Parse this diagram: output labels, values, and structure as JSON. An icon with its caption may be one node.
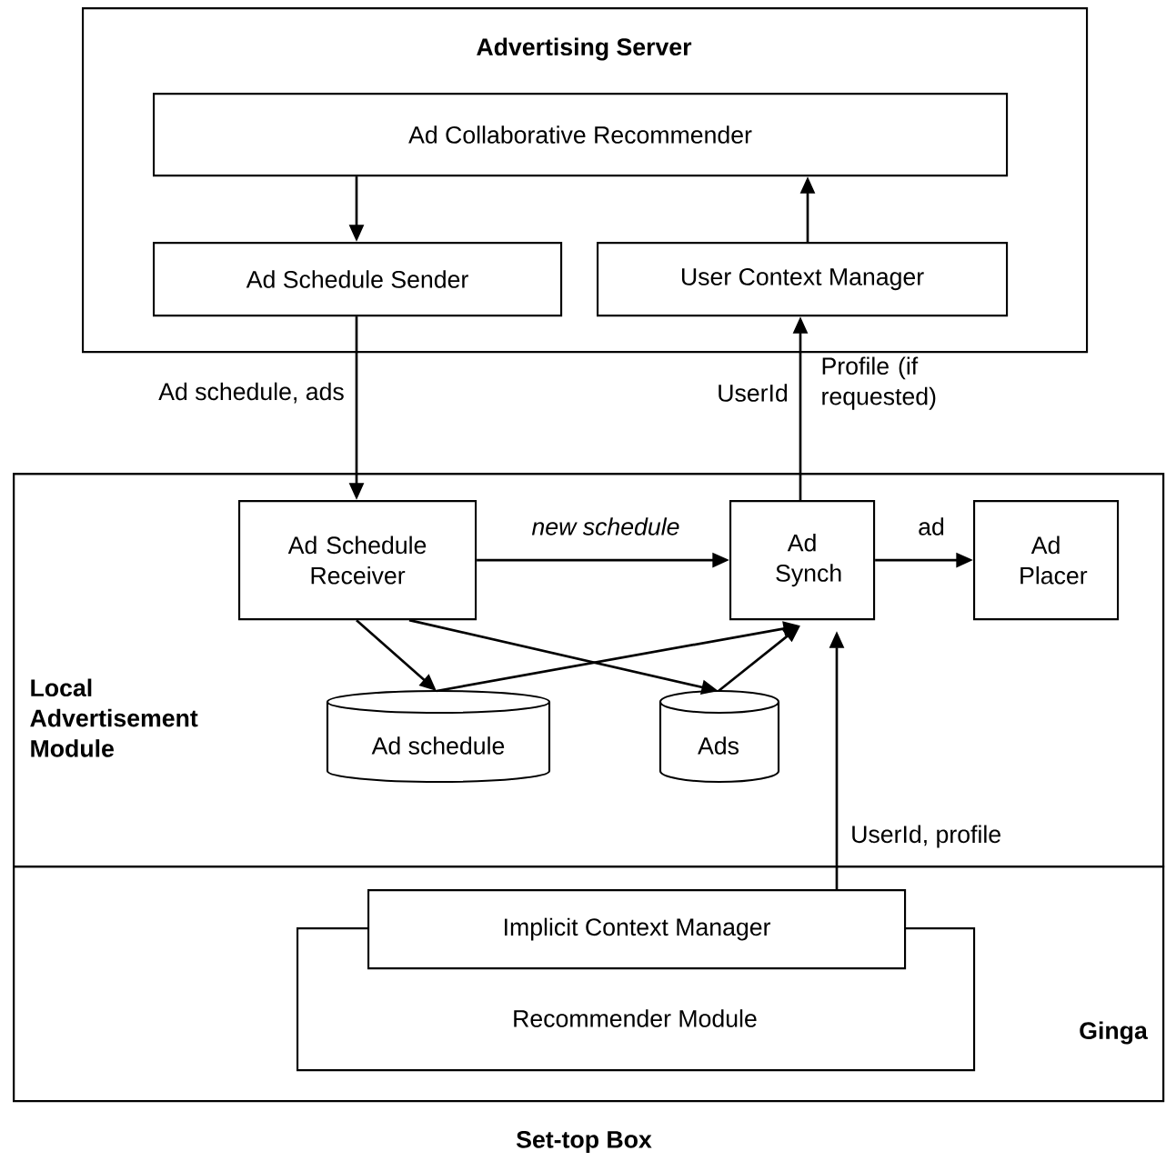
{
  "diagram": {
    "nodes": [
      {
        "text": [
          "Advertising Server"
        ]
      },
      {
        "text": [
          "Ad Collaborative Recommender"
        ],
        "in": 0
      },
      {
        "text": [
          "Ad Schedule Sender"
        ],
        "in": 0
      },
      {
        "text": [
          "User Context Manager"
        ],
        "in": 0
      },
      {
        "text": [
          "Set-top Box"
        ]
      },
      {
        "text": [
          "Local Advertisement Module"
        ],
        "in": 4
      },
      {
        "text": [
          "Ad Schedule Receiver"
        ],
        "in": 5
      },
      {
        "text": [
          "Ad Synch"
        ],
        "in": 5
      },
      {
        "text": [
          "Ad Placer"
        ],
        "in": 5
      },
      {
        "text": [
          "Ad schedule"
        ],
        "in": 5
      },
      {
        "text": [
          "Ads"
        ],
        "in": 5
      },
      {
        "text": [
          "Ginga"
        ],
        "in": 4
      },
      {
        "text": [
          "Implicit Context Manager"
        ],
        "in": 11
      },
      {
        "text": [
          "Recommender Module"
        ],
        "in": 11
      }
    ],
    "edges": [
      {
        "from": 1,
        "to": 2,
        "arrow": "to"
      },
      {
        "from": 3,
        "to": 1,
        "arrow": "to"
      },
      {
        "from": 2,
        "to": 6,
        "arrow": "to",
        "label": "Ad schedule, ads"
      },
      {
        "from": 7,
        "to": 3,
        "arrow": "to",
        "label": "UserId"
      },
      {
        "from": 6,
        "to": 7,
        "arrow": "to",
        "label": "new schedule"
      },
      {
        "from": 7,
        "to": 8,
        "arrow": "to",
        "label": "ad"
      },
      {
        "from": 6,
        "to": 9,
        "arrow": "to"
      },
      {
        "from": 6,
        "to": 10,
        "arrow": "to"
      },
      {
        "from": 9,
        "to": 7,
        "arrow": "to"
      },
      {
        "from": 10,
        "to": 7,
        "arrow": "to"
      },
      {
        "from": 12,
        "to": 7,
        "arrow": "to",
        "label": "UserId, profile"
      }
    ],
    "labels": [
      "Profile (if requested)"
    ]
  }
}
